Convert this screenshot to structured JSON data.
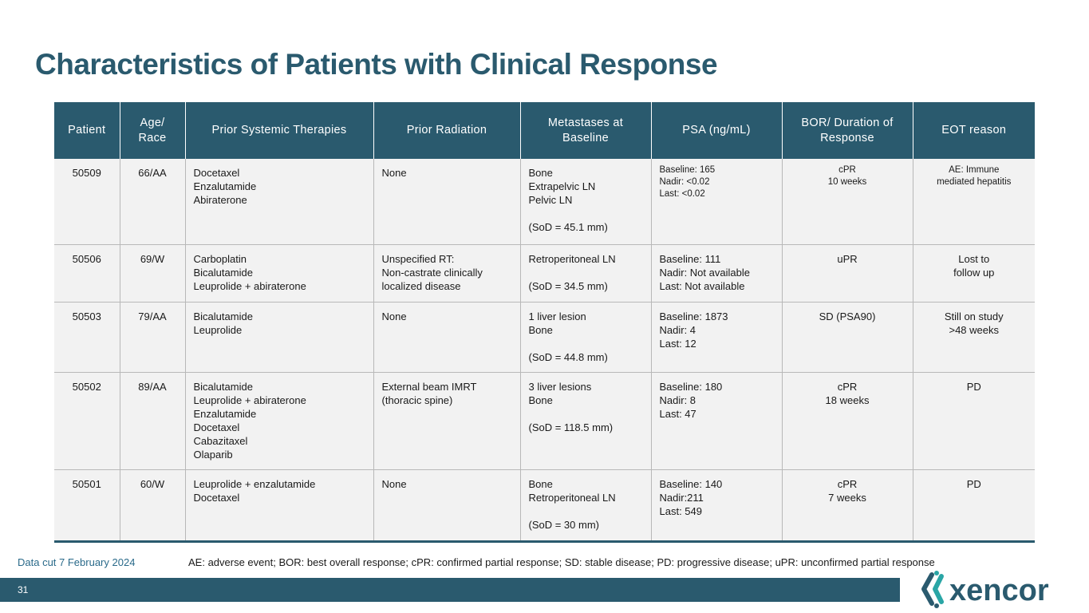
{
  "title": "Characteristics of Patients with Clinical Response",
  "table": {
    "headers": [
      "Patient",
      "Age/\nRace",
      "Prior Systemic Therapies",
      "Prior Radiation",
      "Metastases at\nBaseline",
      "PSA (ng/mL)",
      "BOR/ Duration of\nResponse",
      "EOT reason"
    ],
    "rows": [
      {
        "patient": "50509",
        "age_race": "66/AA",
        "therapies": "Docetaxel\nEnzalutamide\nAbiraterone",
        "radiation": "None",
        "metastases": "Bone\nExtrapelvic LN\nPelvic LN\n\n(SoD = 45.1 mm)",
        "psa": "Baseline: 165\nNadir: <0.02\nLast: <0.02",
        "bor": "cPR\n10 weeks",
        "eot": "AE: Immune\nmediated hepatitis"
      },
      {
        "patient": "50506",
        "age_race": "69/W",
        "therapies": "Carboplatin\nBicalutamide\nLeuprolide + abiraterone",
        "radiation": "Unspecified RT:\nNon-castrate clinically\nlocalized disease",
        "metastases": "Retroperitoneal LN\n\n(SoD = 34.5 mm)",
        "psa": "Baseline: 111\nNadir: Not available\nLast: Not available",
        "bor": "uPR",
        "eot": "Lost to\nfollow up"
      },
      {
        "patient": "50503",
        "age_race": "79/AA",
        "therapies": "Bicalutamide\nLeuprolide",
        "radiation": "None",
        "metastases": "1 liver lesion\nBone\n\n(SoD = 44.8 mm)",
        "psa": "Baseline: 1873\nNadir: 4\nLast: 12",
        "bor": "SD (PSA90)",
        "eot": "Still on study\n>48 weeks"
      },
      {
        "patient": "50502",
        "age_race": "89/AA",
        "therapies": "Bicalutamide\nLeuprolide + abiraterone\nEnzalutamide\nDocetaxel\nCabazitaxel\nOlaparib",
        "radiation": "External beam IMRT\n(thoracic spine)",
        "metastases": "3 liver lesions\nBone\n\n(SoD = 118.5 mm)",
        "psa": "Baseline: 180\nNadir: 8\nLast: 47",
        "bor": "cPR\n18 weeks",
        "eot": "PD"
      },
      {
        "patient": "50501",
        "age_race": "60/W",
        "therapies": "Leuprolide + enzalutamide\nDocetaxel",
        "radiation": "None",
        "metastases": "Bone\nRetroperitoneal LN\n\n(SoD = 30 mm)",
        "psa": "Baseline: 140\nNadir:211\nLast: 549",
        "bor": "cPR\n7 weeks",
        "eot": "PD"
      }
    ]
  },
  "footer": {
    "data_cut": "Data cut 7 February 2024",
    "abbreviations": "AE: adverse event; BOR: best overall response; cPR: confirmed partial response; SD: stable disease; PD: progressive disease; uPR: unconfirmed partial response",
    "page_number": "31",
    "logo_text": "xencor"
  },
  "colors": {
    "brand": "#2a5a6e",
    "logo_accent": "#2aa6a6",
    "row_background": "#f2f2f2"
  }
}
